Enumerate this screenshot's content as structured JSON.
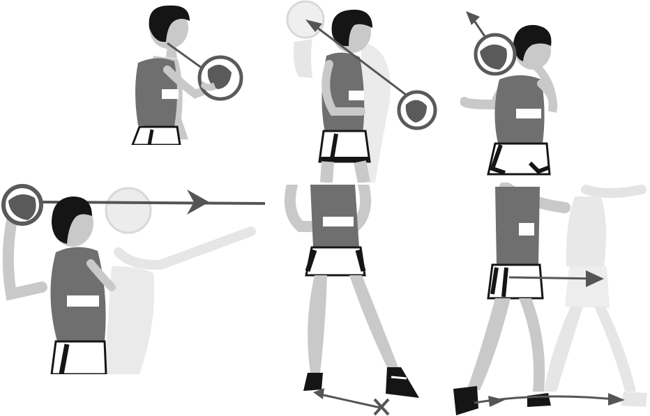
{
  "figure": {
    "panels": [
      {
        "id": "step-1-ball-at-chest"
      },
      {
        "id": "step-2-lift-ball-up"
      },
      {
        "id": "step-3-ball-over-shoulder"
      },
      {
        "id": "step-4-throw-forward"
      },
      {
        "id": "step-5-stance"
      },
      {
        "id": "step-6-weight-shift"
      }
    ]
  },
  "colors": {
    "skin": "#c9c9c9",
    "shirt": "#6f6f6f",
    "hair": "#151515",
    "ball": "#5a5a5a",
    "arrow": "#555555",
    "ghost": "#e4e4e4",
    "background": "#ffffff"
  }
}
